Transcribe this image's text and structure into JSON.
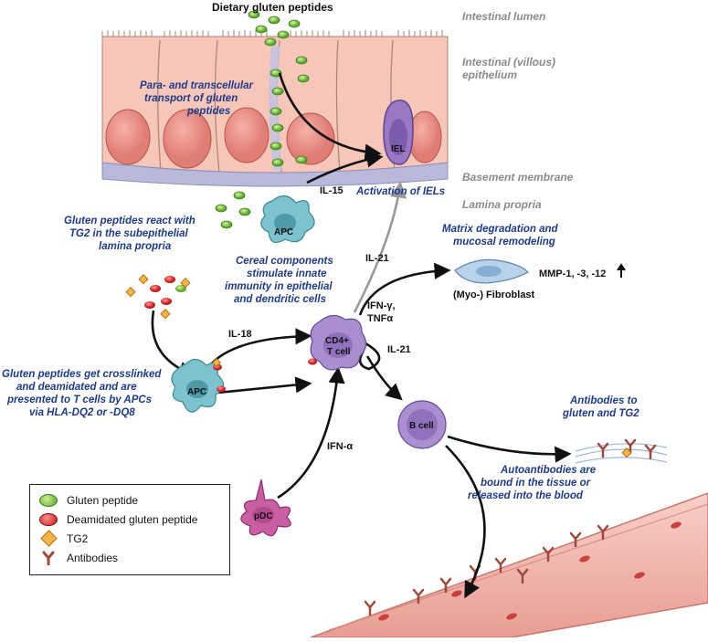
{
  "labels": {
    "dietary_gluten": "Dietary gluten peptides",
    "intestinal_lumen": "Intestinal lumen",
    "intestinal_epithelium_1": "Intestinal (villous)",
    "intestinal_epithelium_2": "epithelium",
    "basement_membrane": "Basement membrane",
    "lamina_propria": "Lamina propria",
    "para_transport_1": "Para- and transcellular",
    "para_transport_2": "transport of gluten",
    "para_transport_3": "peptides",
    "iel": "IEL",
    "il15": "IL-15",
    "activation_iels": "Activation of IELs",
    "tg2_react_1": "Gluten peptides react with",
    "tg2_react_2": "TG2 in the subepithelial",
    "tg2_react_3": "lamina propria",
    "apc_top": "APC",
    "cereal_1": "Cereal components",
    "cereal_2": "stimulate innate",
    "cereal_3": "immunity in epithelial",
    "cereal_4": "and dendritic cells",
    "il21_up": "IL-21",
    "matrix_1": "Matrix degradation and",
    "matrix_2": "mucosal remodeling",
    "fibroblast": "(Myo-) Fibroblast",
    "mmp": "MMP-1, -3, -12",
    "ifn_gamma": "IFN-γ,",
    "tnf_alpha": "TNFα",
    "il18": "IL-18",
    "cd4_1": "CD4+",
    "cd4_2": "T cell",
    "il21_loop": "IL-21",
    "crosslink_1": "Gluten peptides get crosslinked",
    "crosslink_2": "and deamidated and are",
    "crosslink_3": "presented to T cells by APCs",
    "crosslink_4": "via HLA-DQ2 or -DQ8",
    "apc_bottom": "APC",
    "b_cell": "B cell",
    "ifn_alpha": "IFN-α",
    "pdc": "pDC",
    "antibodies_to_1": "Antibodies to",
    "antibodies_to_2": "gluten and TG2",
    "auto_1": "Autoantibodies are",
    "auto_2": "bound in the tissue or",
    "auto_3": "released into the blood"
  },
  "legend": {
    "gluten_peptide": "Gluten peptide",
    "deamidated": "Deamidated gluten peptide",
    "tg2": "TG2",
    "antibodies": "Antibodies"
  },
  "colors": {
    "text_blue": "#1f3a8a",
    "region_gray": "#8a8a8a",
    "epithelium": "#f6c6b8",
    "nucleus": "#ee8d86",
    "basement": "#b9b9dc",
    "iel": "#9a78c2",
    "apc": "#7dc3cf",
    "t_cell": "#a98ed0",
    "pdc": "#c95fa3",
    "vessel": "#f0b0a8"
  },
  "icons": [
    "gluten-peptide-icon",
    "deamidated-peptide-icon",
    "tg2-icon",
    "antibody-icon",
    "up-arrow-icon"
  ]
}
